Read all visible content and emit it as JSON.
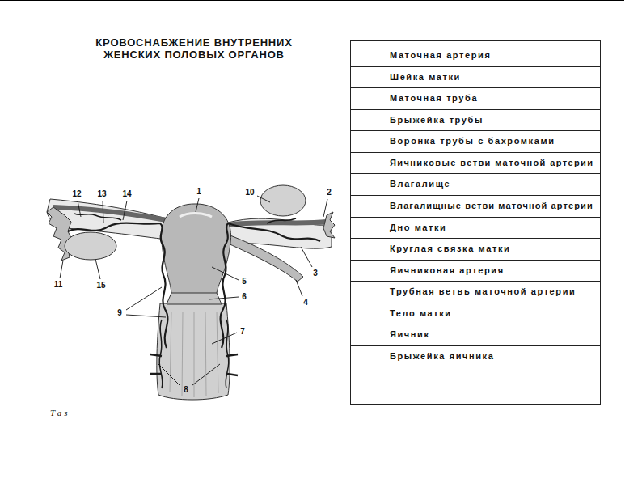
{
  "diagram": {
    "title": "КРОВОСНАБЖЕНИЕ ВНУТРЕННИХ ЖЕНСКИХ ПОЛОВЫХ ОРГАНОВ",
    "labels": [
      "Маточная артерия",
      "Шейка матки",
      "Маточная труба",
      "Брыжейка трубы",
      "Воронка трубы с бахромками",
      "Яичниковые ветви маточной артерии",
      "Влагалище",
      "Влагалищные ветви маточной артерии",
      "Дно матки",
      "Круглая связка матки",
      "Яичниковая артерия",
      "Трубная ветвь маточной артерии",
      "Тело матки",
      "Яичник",
      "Брыжейка яичника",
      "1",
      "2",
      "3",
      "4",
      "5",
      "6",
      "7",
      "8",
      "9",
      "10",
      "11",
      "12",
      "13",
      "14",
      "15",
      "Таз"
    ]
  }
}
